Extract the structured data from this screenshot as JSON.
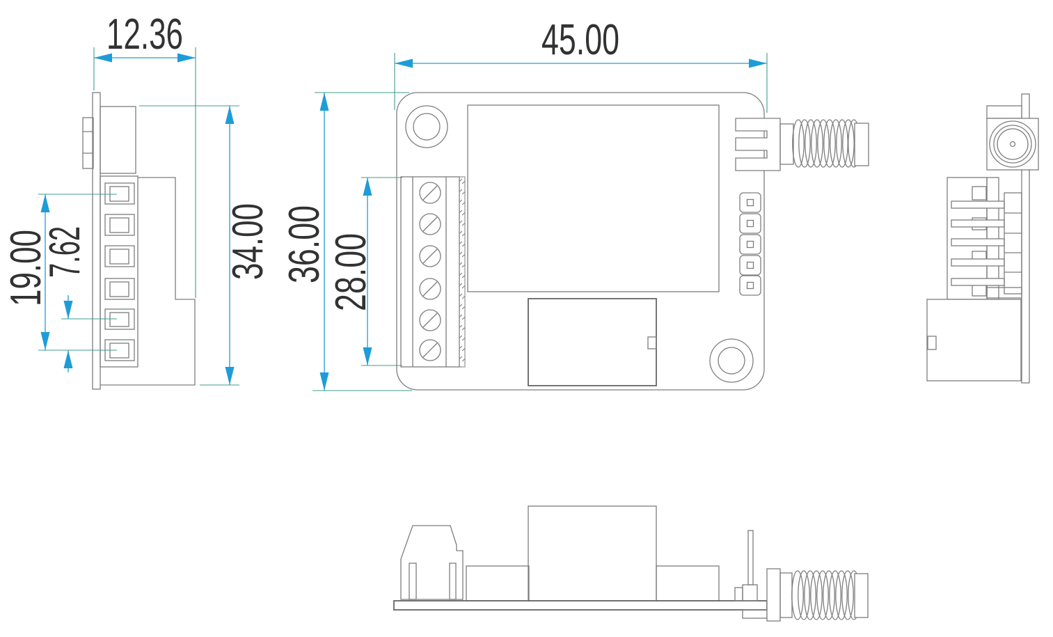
{
  "drawing": {
    "type": "mechanical-dimension-drawing",
    "views": [
      "side-left",
      "front",
      "side-right",
      "bottom"
    ],
    "dimensions": {
      "side_depth": "12.36",
      "pin_row_span": "19.00",
      "pin_pitch": "7.62",
      "side_height": "34.00",
      "front_width": "45.00",
      "front_height": "36.00",
      "terminal_span": "28.00"
    },
    "colors": {
      "dimension_blue": "#1e9cd8",
      "extension_teal": "#3d9c8b",
      "outline_gray": "#7d7d7d",
      "text_dark": "#323232",
      "background": "#ffffff"
    }
  }
}
